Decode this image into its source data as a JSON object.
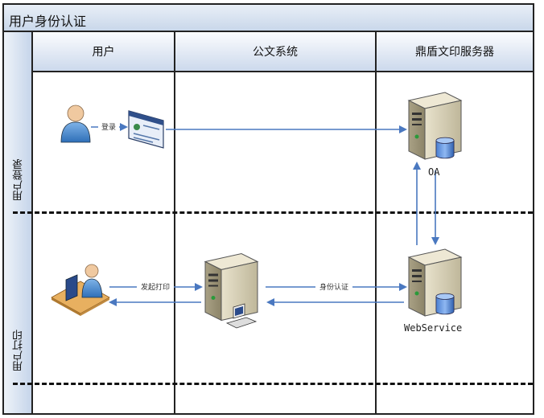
{
  "title": "用户身份认证",
  "lanes": [
    {
      "label": "用户"
    },
    {
      "label": "公文系统"
    },
    {
      "label": "鼎盾文印服务器"
    }
  ],
  "phases": [
    {
      "label": "用户登录"
    },
    {
      "label": "用户打印"
    }
  ],
  "nodes": {
    "oa_label": "OA",
    "webservice_label": "WebService"
  },
  "arrows": {
    "login": "登录",
    "print": "发起打印",
    "auth": "身份认证"
  },
  "colors": {
    "arrow": "#4a78c0",
    "header_gradient_end": "#ccd9ec",
    "server_body": "#d6cfb6"
  }
}
